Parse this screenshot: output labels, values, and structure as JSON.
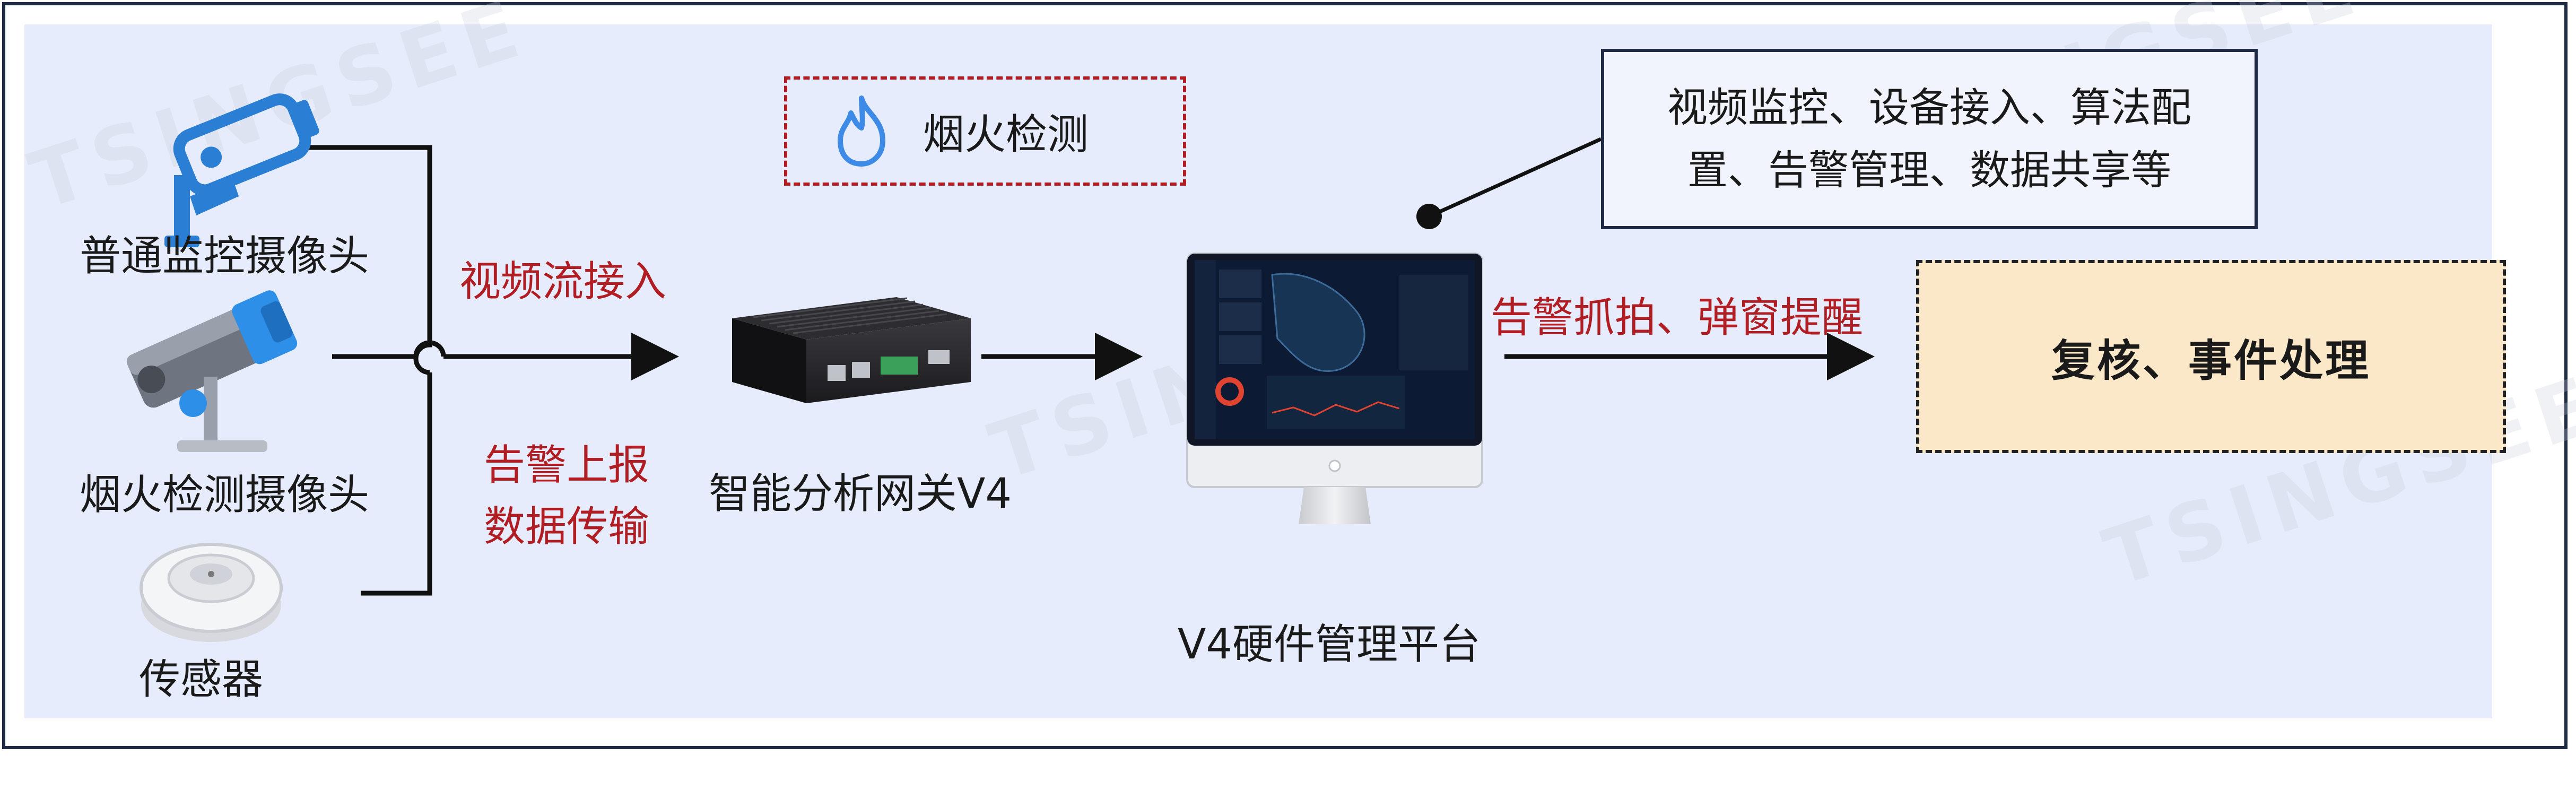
{
  "devices": {
    "camera1_label": "普通监控摄像头",
    "camera2_label": "烟火检测摄像头",
    "sensor_label": "传感器"
  },
  "links": {
    "video_in": "视频流接入",
    "alarm_report": "告警上报",
    "data_transfer": "数据传输",
    "alarm_capture": "告警抓拍、弹窗提醒"
  },
  "fire_detection": {
    "label": "烟火检测",
    "icon": "flame-icon"
  },
  "gateway": {
    "label": "智能分析网关V4"
  },
  "platform": {
    "label": "V4硬件管理平台"
  },
  "callout": {
    "line1": "视频监控、设备接入、算法配",
    "line2": "置、告警管理、数据共享等"
  },
  "review": {
    "label": "复核、事件处理"
  },
  "colors": {
    "accent_red": "#b01e24",
    "camera_blue": "#2a7fd4",
    "review_fill": "#fbe8c9",
    "panel_bg": "#e6ecfb"
  }
}
